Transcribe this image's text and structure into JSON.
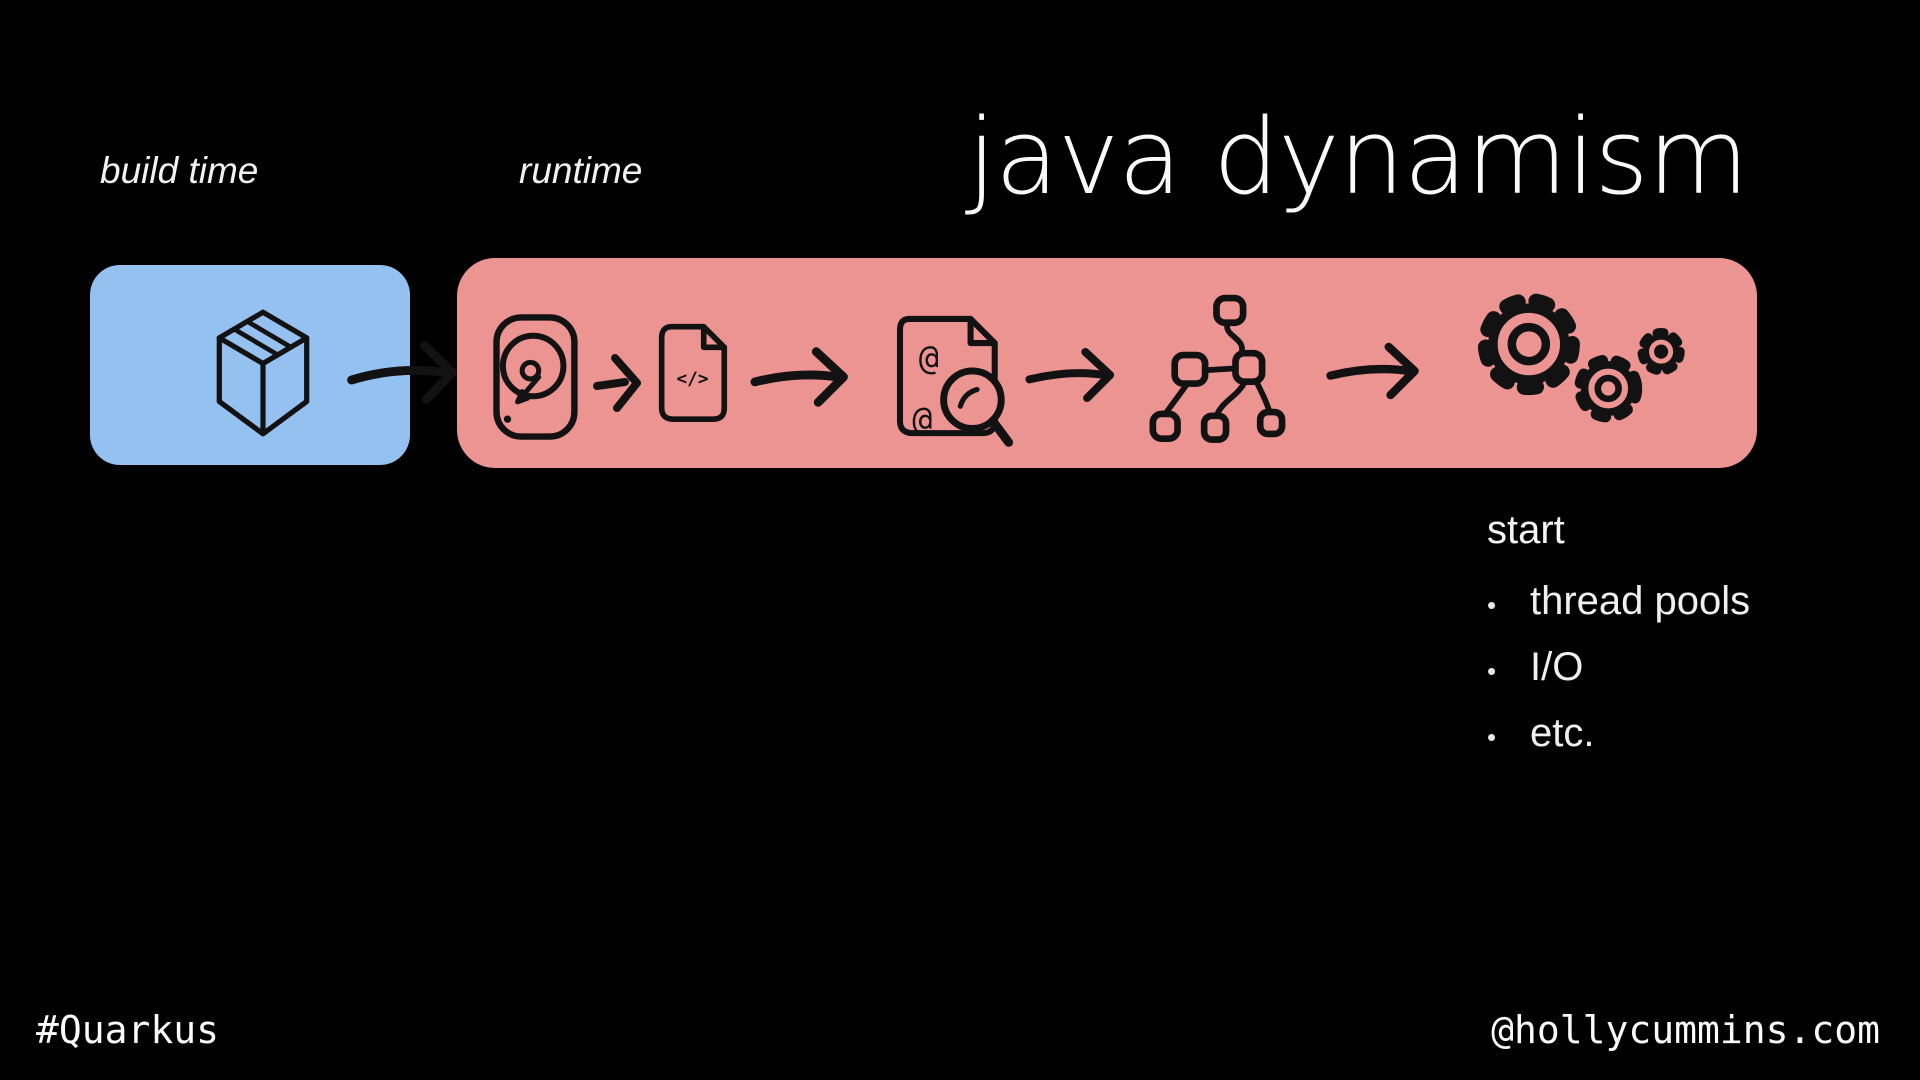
{
  "title": "java dynamism",
  "stage_labels": {
    "build_time": "build time",
    "runtime": "runtime"
  },
  "start_list": {
    "heading": "start",
    "bullet": "•",
    "items": [
      "thread pools",
      "I/O",
      "etc."
    ]
  },
  "footer": {
    "hashtag": "#Quarkus",
    "handle": "@hollycummins.com"
  },
  "icon_glyphs": {
    "code": "</>",
    "annotation_top": "@",
    "annotation_bottom": "@"
  },
  "icons": {
    "build_box": "package-icon",
    "runtime_sequence": [
      "harddrive-icon",
      "arrow-icon",
      "codefile-icon",
      "arrow-icon",
      "annotations-file-icon",
      "arrow-icon",
      "dependency-tree-icon",
      "arrow-icon",
      "gears-icon"
    ]
  },
  "colors": {
    "background": "#000000",
    "text": "#f7f7f7",
    "build_time_box": "#95c1f1",
    "runtime_box": "#ec9492",
    "icon_stroke": "#121212"
  }
}
